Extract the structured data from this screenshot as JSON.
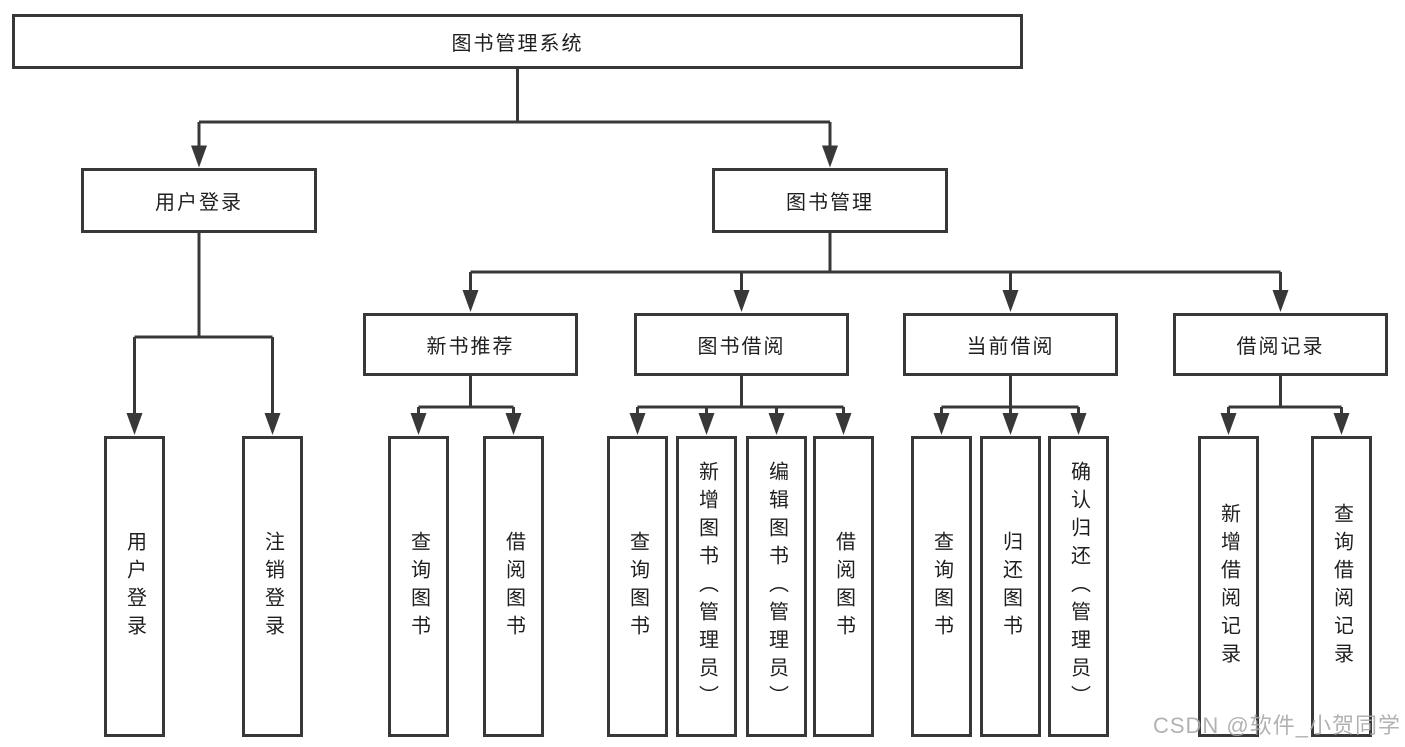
{
  "colors": {
    "line": "#383838",
    "box_border": "#383838",
    "box_background": "#ffffff",
    "text": "#1f1f1f",
    "page_background": "#ffffff",
    "watermark": "#aaaaaa"
  },
  "tree": {
    "root": {
      "label": "图书管理系统"
    },
    "level2": [
      {
        "label": "用户登录"
      },
      {
        "label": "图书管理"
      }
    ],
    "level3": [
      {
        "label": "新书推荐",
        "parent": "图书管理"
      },
      {
        "label": "图书借阅",
        "parent": "图书管理"
      },
      {
        "label": "当前借阅",
        "parent": "图书管理"
      },
      {
        "label": "借阅记录",
        "parent": "图书管理"
      }
    ],
    "leaves": [
      {
        "label": "用户登录",
        "parent": "用户登录"
      },
      {
        "label": "注销登录",
        "parent": "用户登录"
      },
      {
        "label": "查询图书",
        "parent": "新书推荐"
      },
      {
        "label": "借阅图书",
        "parent": "新书推荐"
      },
      {
        "label": "查询图书",
        "parent": "图书借阅"
      },
      {
        "label": "新增图书（管理员）",
        "parent": "图书借阅"
      },
      {
        "label": "编辑图书（管理员）",
        "parent": "图书借阅"
      },
      {
        "label": "借阅图书",
        "parent": "图书借阅"
      },
      {
        "label": "查询图书",
        "parent": "当前借阅"
      },
      {
        "label": "归还图书",
        "parent": "当前借阅"
      },
      {
        "label": "确认归还（管理员）",
        "parent": "当前借阅"
      },
      {
        "label": "新增借阅记录",
        "parent": "借阅记录"
      },
      {
        "label": "查询借阅记录",
        "parent": "借阅记录"
      }
    ]
  },
  "watermark": {
    "text": "CSDN @软件_小贺同学"
  }
}
